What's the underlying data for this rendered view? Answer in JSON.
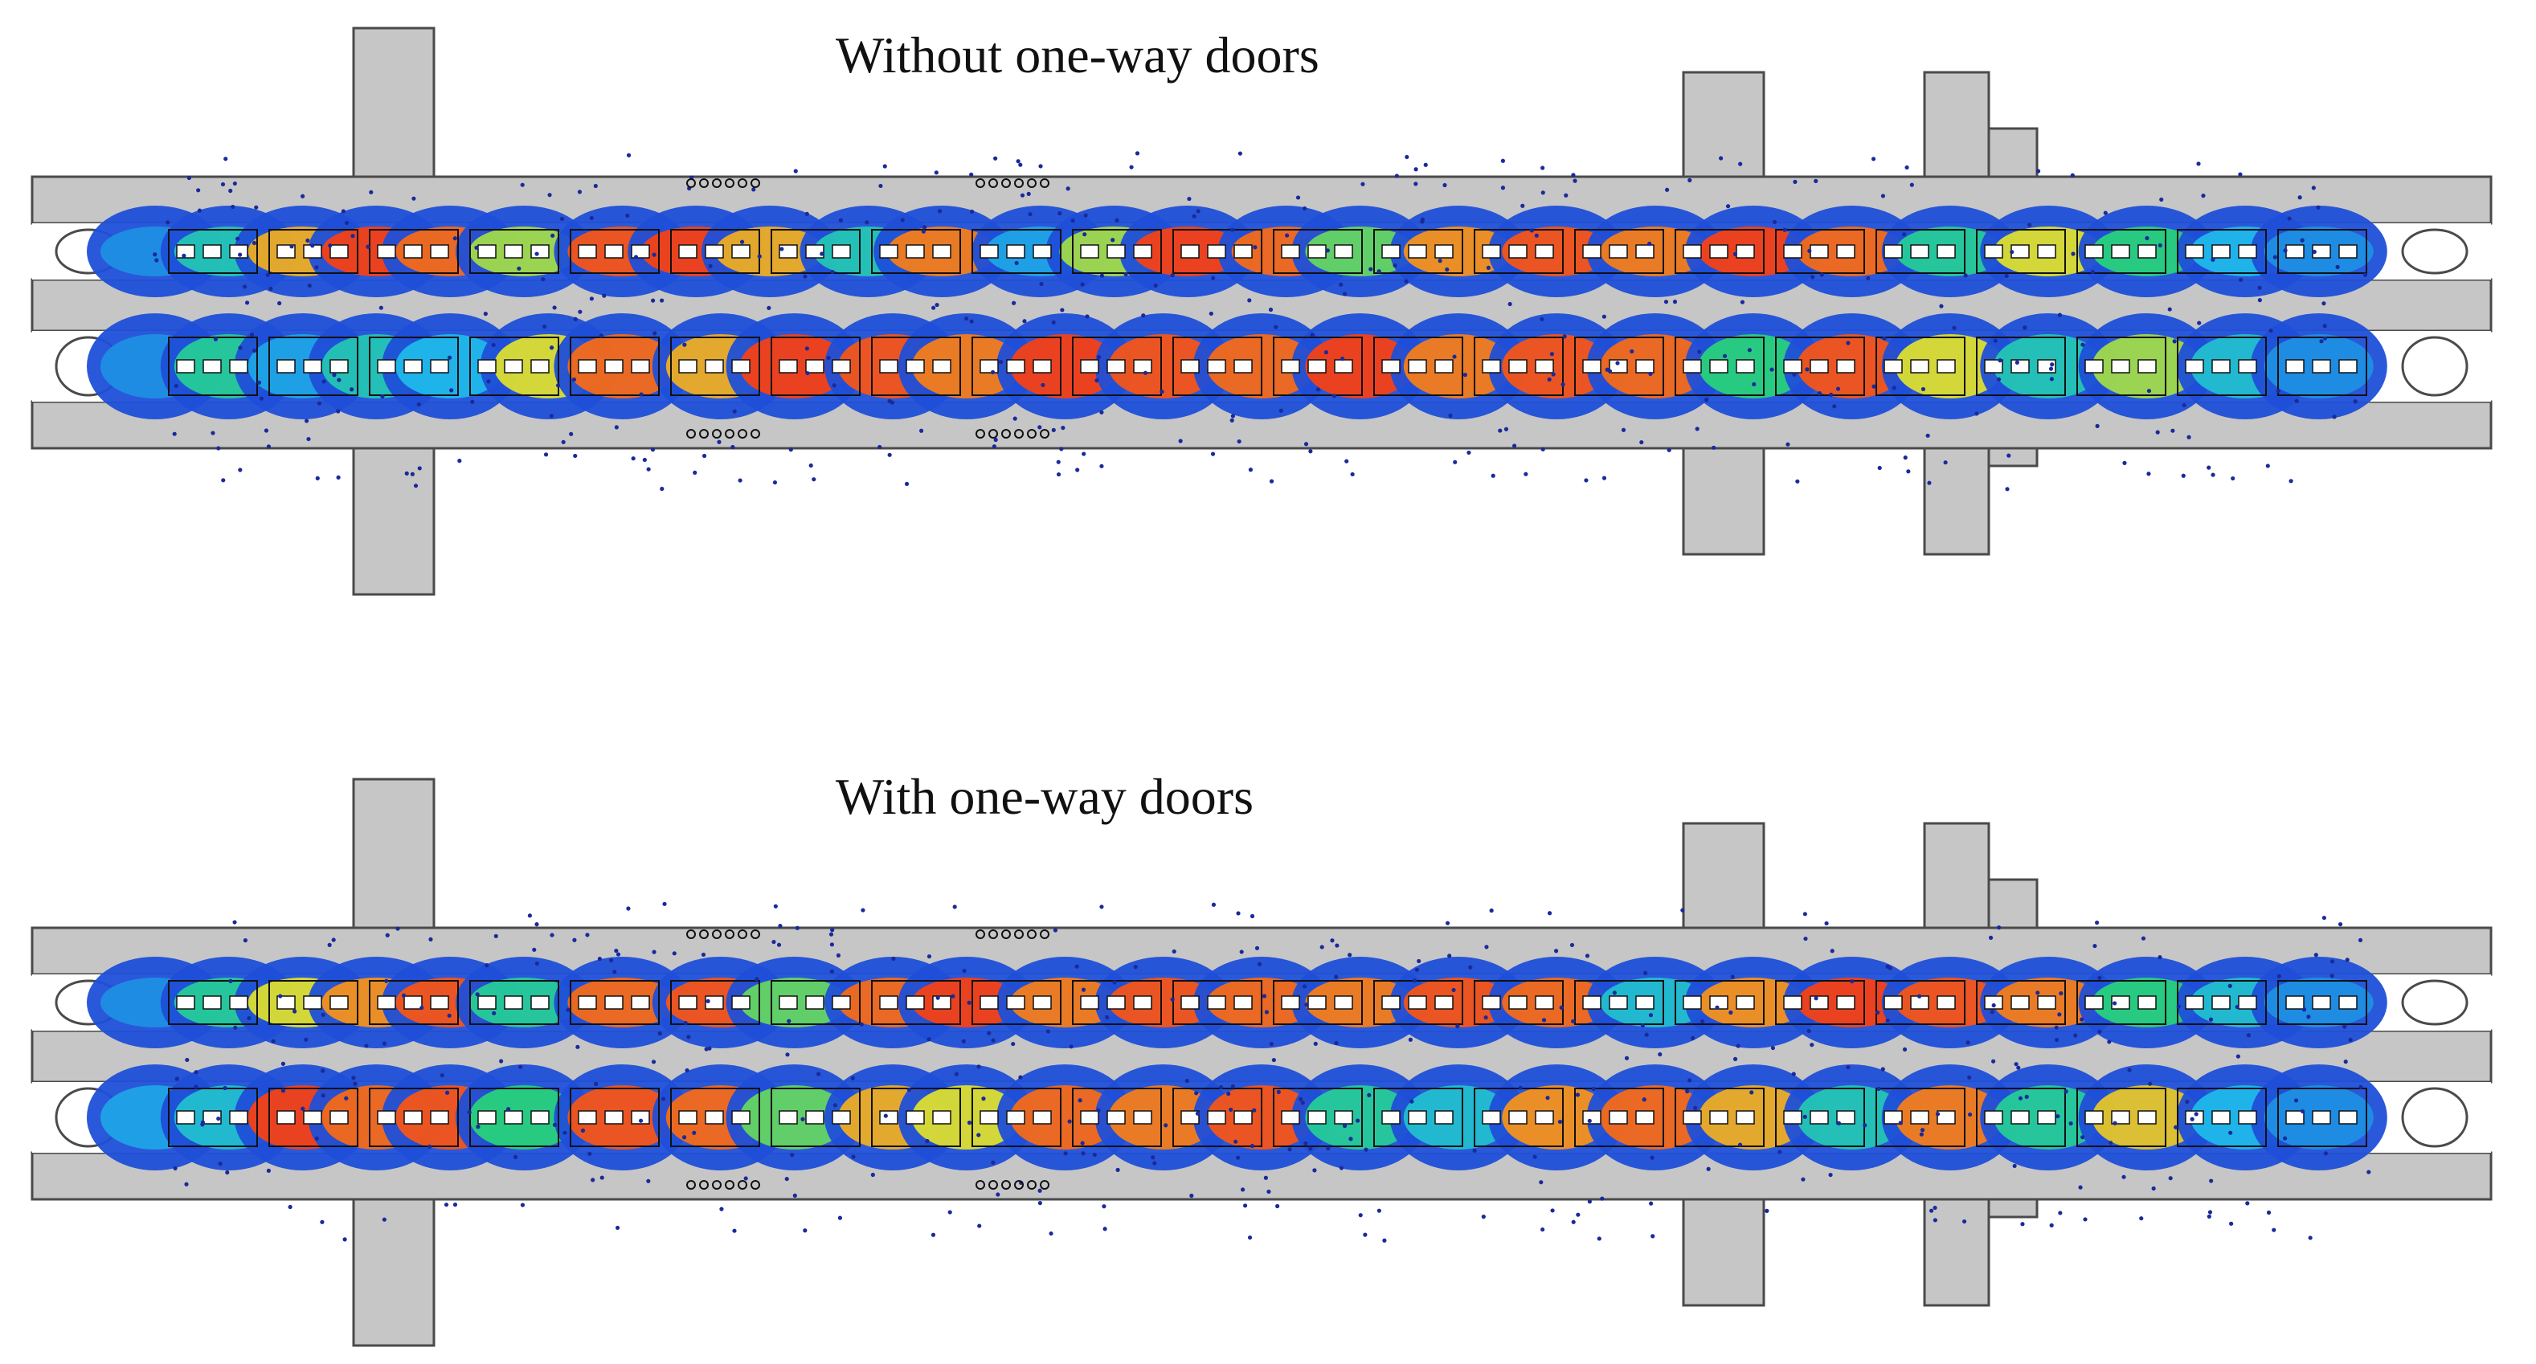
{
  "panels": [
    {
      "title": "Without one-way doors",
      "hotspots": [
        {
          "x": 0.05,
          "v": 0.15
        },
        {
          "x": 0.08,
          "v": 0.35
        },
        {
          "x": 0.11,
          "v": 0.7
        },
        {
          "x": 0.14,
          "v": 0.95
        },
        {
          "x": 0.17,
          "v": 0.85
        },
        {
          "x": 0.2,
          "v": 0.55
        },
        {
          "x": 0.24,
          "v": 0.9
        },
        {
          "x": 0.27,
          "v": 0.95
        },
        {
          "x": 0.3,
          "v": 0.7
        },
        {
          "x": 0.34,
          "v": 0.35
        },
        {
          "x": 0.37,
          "v": 0.8
        },
        {
          "x": 0.41,
          "v": 0.2
        },
        {
          "x": 0.44,
          "v": 0.55
        },
        {
          "x": 0.47,
          "v": 0.95
        },
        {
          "x": 0.51,
          "v": 0.85
        },
        {
          "x": 0.54,
          "v": 0.5
        },
        {
          "x": 0.58,
          "v": 0.75
        },
        {
          "x": 0.62,
          "v": 0.9
        },
        {
          "x": 0.66,
          "v": 0.8
        },
        {
          "x": 0.7,
          "v": 0.95
        },
        {
          "x": 0.74,
          "v": 0.85
        },
        {
          "x": 0.78,
          "v": 0.4
        },
        {
          "x": 0.82,
          "v": 0.6
        },
        {
          "x": 0.86,
          "v": 0.45
        },
        {
          "x": 0.9,
          "v": 0.25
        },
        {
          "x": 0.93,
          "v": 0.15
        }
      ],
      "hotspots_lower": [
        {
          "x": 0.05,
          "v": 0.15
        },
        {
          "x": 0.08,
          "v": 0.4
        },
        {
          "x": 0.11,
          "v": 0.2
        },
        {
          "x": 0.14,
          "v": 0.35
        },
        {
          "x": 0.17,
          "v": 0.25
        },
        {
          "x": 0.21,
          "v": 0.6
        },
        {
          "x": 0.24,
          "v": 0.85
        },
        {
          "x": 0.28,
          "v": 0.7
        },
        {
          "x": 0.31,
          "v": 0.95
        },
        {
          "x": 0.35,
          "v": 0.9
        },
        {
          "x": 0.38,
          "v": 0.8
        },
        {
          "x": 0.42,
          "v": 0.95
        },
        {
          "x": 0.46,
          "v": 0.9
        },
        {
          "x": 0.5,
          "v": 0.85
        },
        {
          "x": 0.54,
          "v": 0.95
        },
        {
          "x": 0.58,
          "v": 0.8
        },
        {
          "x": 0.62,
          "v": 0.9
        },
        {
          "x": 0.66,
          "v": 0.85
        },
        {
          "x": 0.7,
          "v": 0.45
        },
        {
          "x": 0.74,
          "v": 0.9
        },
        {
          "x": 0.78,
          "v": 0.6
        },
        {
          "x": 0.82,
          "v": 0.35
        },
        {
          "x": 0.86,
          "v": 0.55
        },
        {
          "x": 0.9,
          "v": 0.3
        },
        {
          "x": 0.93,
          "v": 0.15
        }
      ]
    },
    {
      "title": "With one-way doors",
      "hotspots": [
        {
          "x": 0.05,
          "v": 0.15
        },
        {
          "x": 0.08,
          "v": 0.4
        },
        {
          "x": 0.11,
          "v": 0.6
        },
        {
          "x": 0.14,
          "v": 0.75
        },
        {
          "x": 0.17,
          "v": 0.9
        },
        {
          "x": 0.2,
          "v": 0.4
        },
        {
          "x": 0.24,
          "v": 0.85
        },
        {
          "x": 0.28,
          "v": 0.9
        },
        {
          "x": 0.31,
          "v": 0.5
        },
        {
          "x": 0.35,
          "v": 0.85
        },
        {
          "x": 0.38,
          "v": 0.95
        },
        {
          "x": 0.42,
          "v": 0.8
        },
        {
          "x": 0.46,
          "v": 0.9
        },
        {
          "x": 0.5,
          "v": 0.85
        },
        {
          "x": 0.54,
          "v": 0.8
        },
        {
          "x": 0.58,
          "v": 0.9
        },
        {
          "x": 0.62,
          "v": 0.85
        },
        {
          "x": 0.66,
          "v": 0.3
        },
        {
          "x": 0.7,
          "v": 0.75
        },
        {
          "x": 0.74,
          "v": 0.95
        },
        {
          "x": 0.78,
          "v": 0.9
        },
        {
          "x": 0.82,
          "v": 0.8
        },
        {
          "x": 0.86,
          "v": 0.45
        },
        {
          "x": 0.9,
          "v": 0.3
        },
        {
          "x": 0.93,
          "v": 0.15
        }
      ],
      "hotspots_lower": [
        {
          "x": 0.05,
          "v": 0.2
        },
        {
          "x": 0.08,
          "v": 0.3
        },
        {
          "x": 0.11,
          "v": 0.95
        },
        {
          "x": 0.14,
          "v": 0.85
        },
        {
          "x": 0.17,
          "v": 0.9
        },
        {
          "x": 0.2,
          "v": 0.45
        },
        {
          "x": 0.24,
          "v": 0.9
        },
        {
          "x": 0.28,
          "v": 0.85
        },
        {
          "x": 0.31,
          "v": 0.5
        },
        {
          "x": 0.35,
          "v": 0.7
        },
        {
          "x": 0.38,
          "v": 0.6
        },
        {
          "x": 0.42,
          "v": 0.85
        },
        {
          "x": 0.46,
          "v": 0.8
        },
        {
          "x": 0.5,
          "v": 0.9
        },
        {
          "x": 0.54,
          "v": 0.4
        },
        {
          "x": 0.58,
          "v": 0.3
        },
        {
          "x": 0.62,
          "v": 0.75
        },
        {
          "x": 0.66,
          "v": 0.85
        },
        {
          "x": 0.7,
          "v": 0.7
        },
        {
          "x": 0.74,
          "v": 0.35
        },
        {
          "x": 0.78,
          "v": 0.8
        },
        {
          "x": 0.82,
          "v": 0.4
        },
        {
          "x": 0.86,
          "v": 0.65
        },
        {
          "x": 0.9,
          "v": 0.25
        },
        {
          "x": 0.93,
          "v": 0.15
        }
      ]
    }
  ],
  "colors": {
    "structure": "#c6c6c6",
    "outline": "#4a4a4a",
    "low": "#1f4fd8",
    "high": "#ff2a0a"
  }
}
